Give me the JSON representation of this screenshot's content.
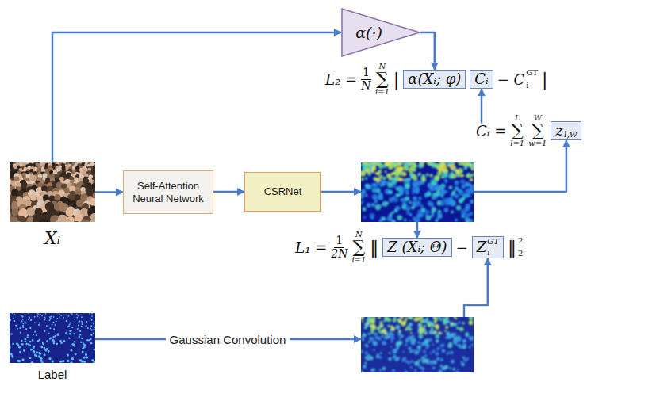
{
  "diagram": {
    "nodes": [
      {
        "text": [
          "Xᵢ"
        ]
      },
      {
        "text": [
          "α(·)"
        ]
      },
      {
        "text": [
          "Self-Attention Neural Network"
        ]
      },
      {
        "text": [
          "CSRNet"
        ]
      },
      {
        "text": [
          "α(Xᵢ; φ)"
        ]
      },
      {
        "text": [
          "Cᵢ"
        ]
      },
      {
        "text": [
          "z",
          "l,w"
        ]
      },
      {
        "text": [
          "Z (Xᵢ; Θ)"
        ]
      },
      {
        "text": [
          "Z",
          "GT",
          "i"
        ]
      },
      {
        "text": [
          "Label"
        ]
      }
    ],
    "edges": [
      {
        "from": 0,
        "to": 1,
        "arrow": "to"
      },
      {
        "from": 0,
        "to": 2,
        "arrow": "to"
      },
      {
        "from": 2,
        "to": 3,
        "arrow": "to"
      },
      {
        "from": 1,
        "to": 4,
        "arrow": "to"
      }
    ],
    "labels": [
      "L₂ =",
      "1",
      "N",
      "N",
      "∑",
      "i=1",
      "|",
      "− C",
      "GT",
      "i",
      "|",
      "Cᵢ =",
      "L",
      "∑",
      "l=1",
      "W",
      "∑",
      "w=1",
      "L₁ =",
      "1",
      "2N",
      "N",
      "∑",
      "i=1",
      "‖",
      "−",
      "‖",
      "2",
      "2",
      "Gaussian Convolution"
    ]
  }
}
